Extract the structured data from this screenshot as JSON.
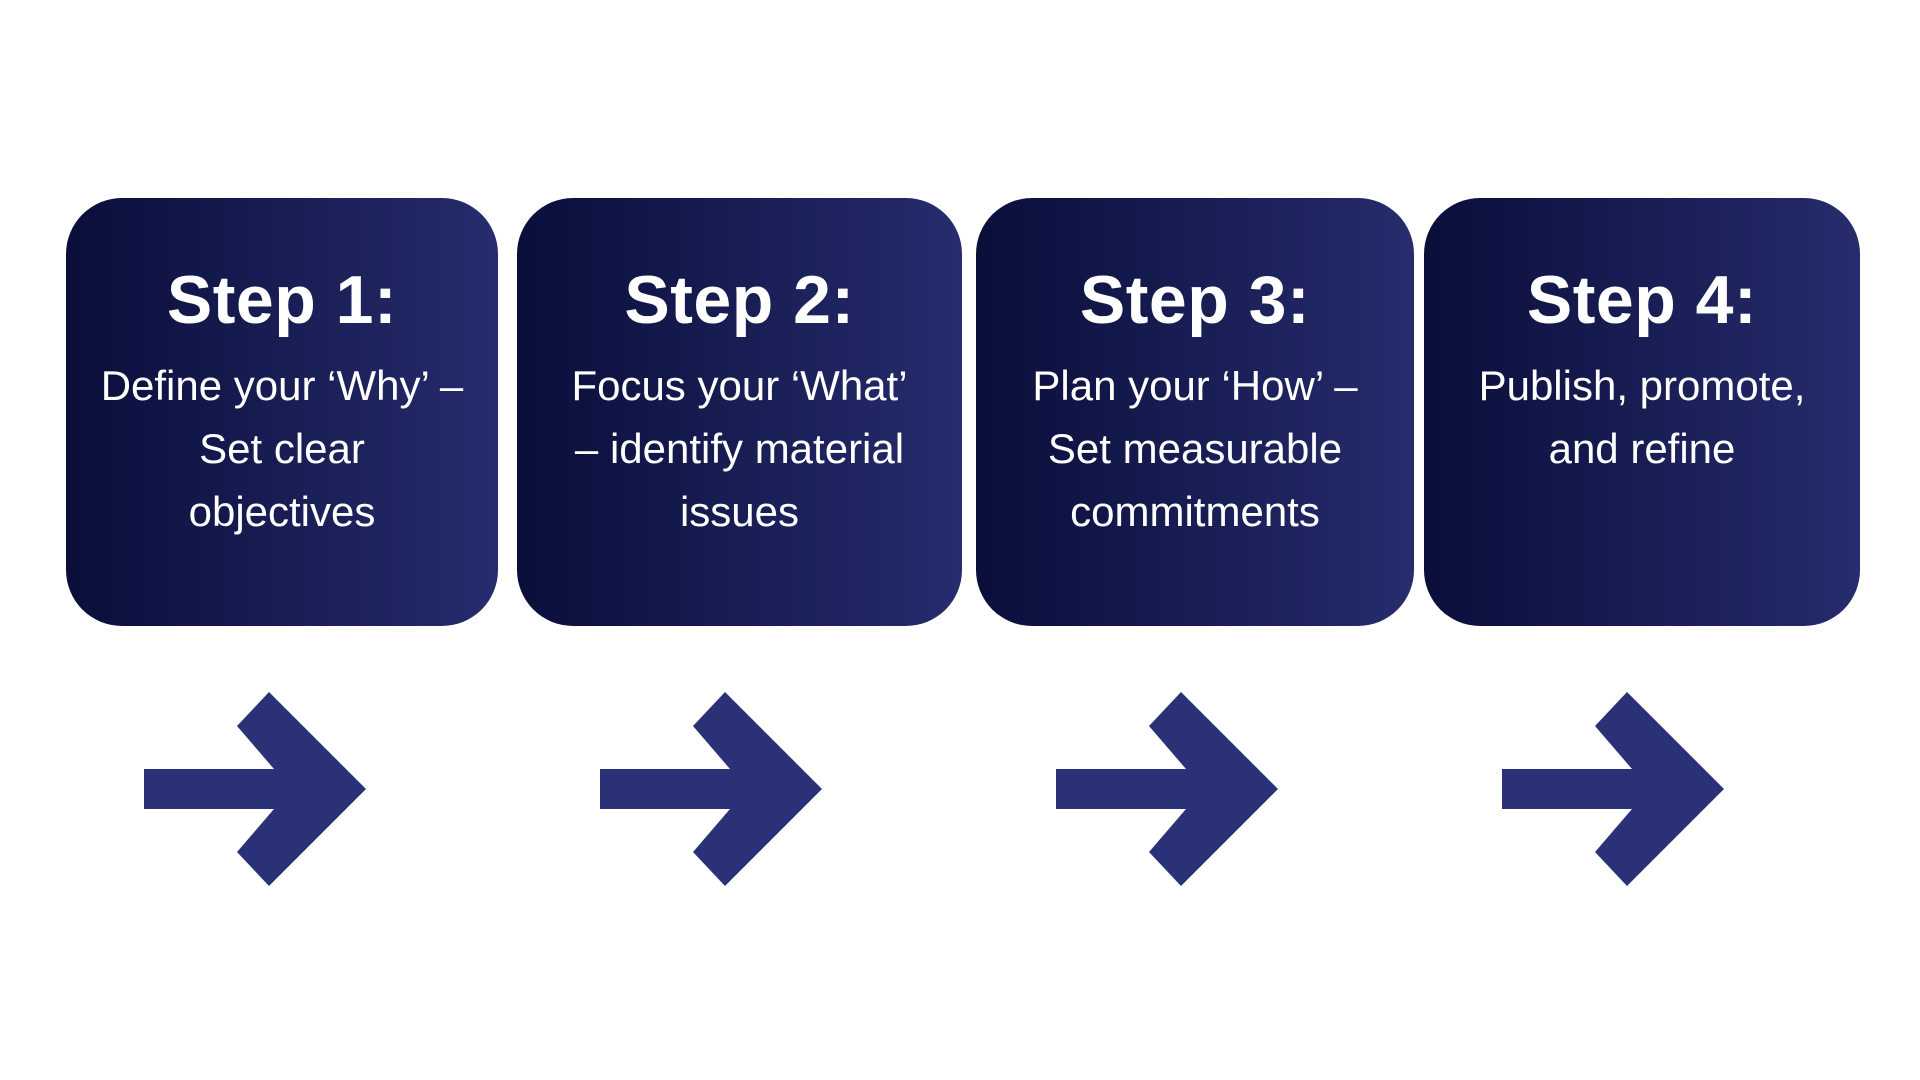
{
  "diagram": {
    "type": "process-steps",
    "step_count": 4
  },
  "colors": {
    "background": "#ffffff",
    "box_gradient_start": "#0a0e3a",
    "box_gradient_end": "#262c6d",
    "arrow": "#2b3176",
    "text": "#ffffff"
  },
  "icons": {
    "arrow": "right-arrow"
  },
  "steps": [
    {
      "title": "Step 1:",
      "description": "Define your ‘Why’ –\nSet clear\nobjectives"
    },
    {
      "title": "Step 2:",
      "description": "Focus your ‘What’\n– identify material\nissues"
    },
    {
      "title": "Step 3:",
      "description": "Plan your ‘How’ –\nSet measurable\ncommitments"
    },
    {
      "title": "Step 4:",
      "description": "Publish, promote,\nand refine"
    }
  ]
}
